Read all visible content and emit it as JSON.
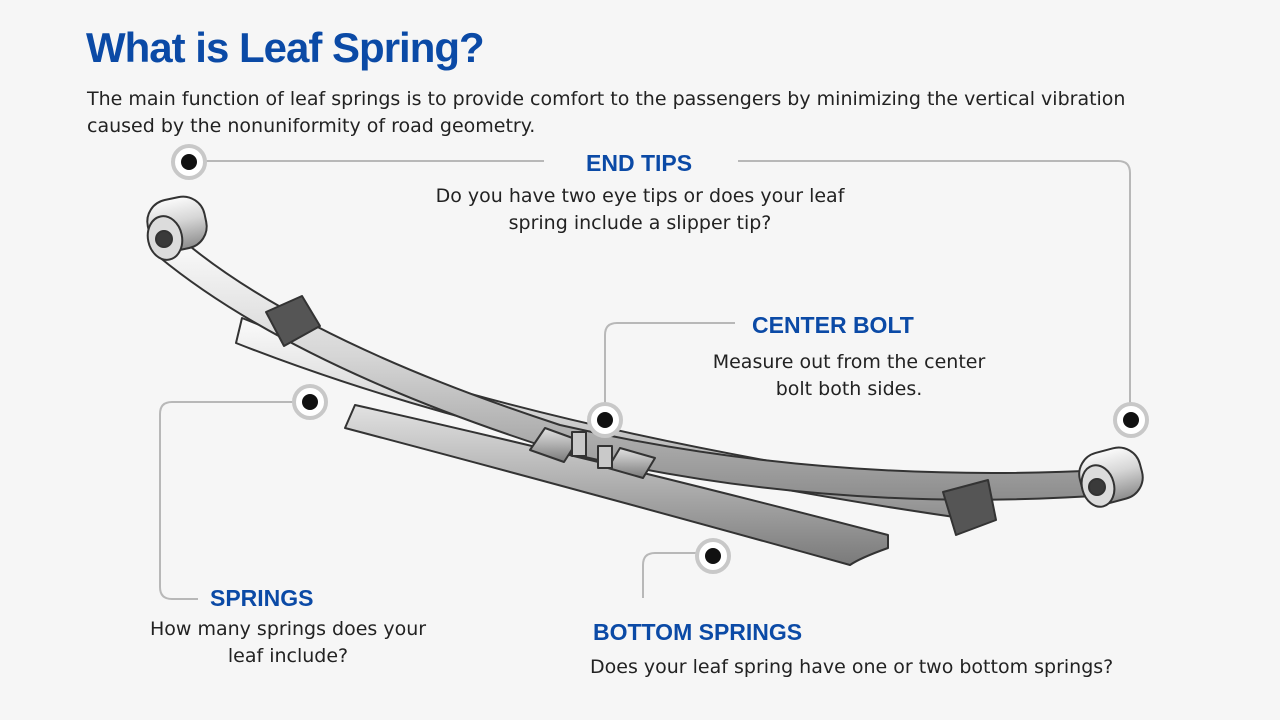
{
  "title": "What is Leaf Spring?",
  "intro": "The main function of leaf springs is to provide comfort to the passengers by minimizing the vertical vibration caused by the nonuniformity of road geometry.",
  "callouts": {
    "end_tips": {
      "heading": "END TIPS",
      "text": "Do you have two eye tips or does your leaf spring include a slipper tip?"
    },
    "center_bolt": {
      "heading": "CENTER BOLT",
      "text": "Measure out from the center bolt both sides."
    },
    "springs": {
      "heading": "SPRINGS",
      "text": "How many springs does your leaf include?"
    },
    "bottom_springs": {
      "heading": "BOTTOM SPRINGS",
      "text": "Does your leaf spring have one or two bottom springs?"
    }
  },
  "colors": {
    "accent": "#0b4aa6",
    "leader_line": "#b8b8b8",
    "marker": "#111111"
  }
}
